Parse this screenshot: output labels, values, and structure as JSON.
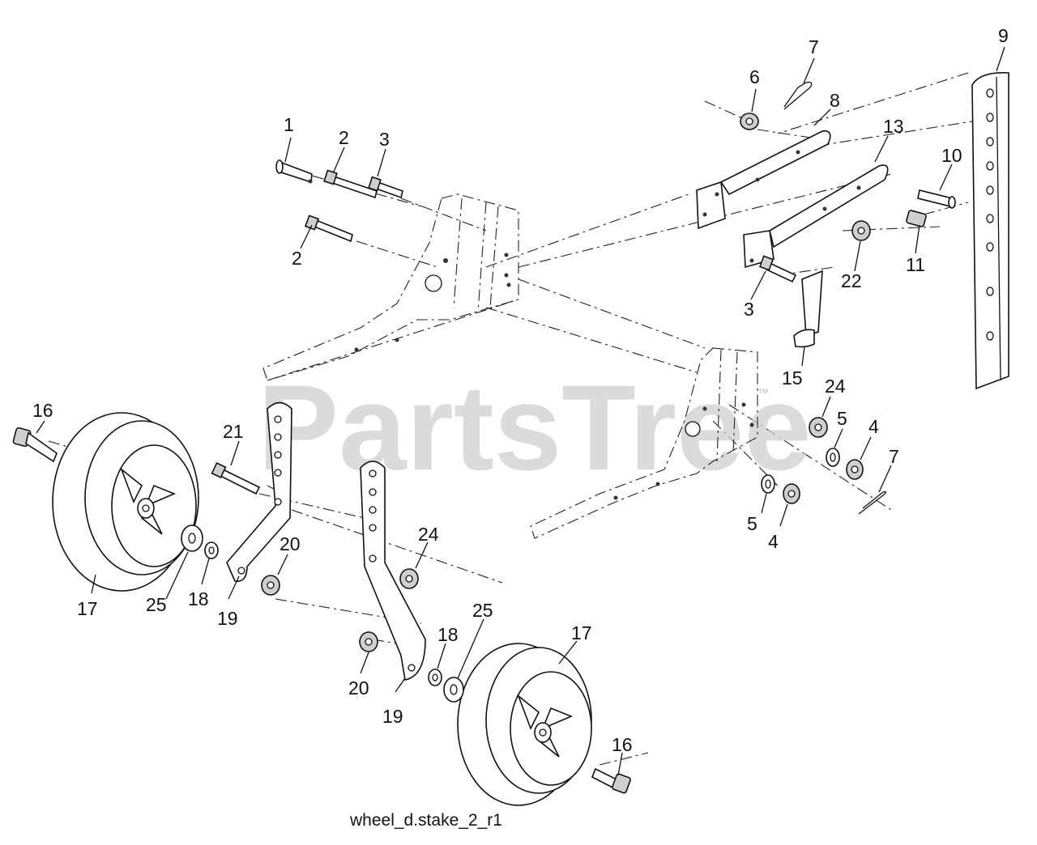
{
  "diagram": {
    "caption": "wheel_d.stake_2_r1",
    "watermark": "PartsTree",
    "trademark": "™",
    "callouts": {
      "c1": "1",
      "c2a": "2",
      "c2b": "2",
      "c3a": "3",
      "c3b": "3",
      "c4a": "4",
      "c4b": "4",
      "c5a": "5",
      "c5b": "5",
      "c6": "6",
      "c7a": "7",
      "c7b": "7",
      "c8": "8",
      "c9": "9",
      "c10": "10",
      "c11": "11",
      "c13": "13",
      "c15": "15",
      "c16a": "16",
      "c16b": "16",
      "c17a": "17",
      "c17b": "17",
      "c18a": "18",
      "c18b": "18",
      "c19a": "19",
      "c19b": "19",
      "c20a": "20",
      "c20b": "20",
      "c21": "21",
      "c22": "22",
      "c24a": "24",
      "c24b": "24",
      "c25a": "25",
      "c25b": "25"
    }
  }
}
